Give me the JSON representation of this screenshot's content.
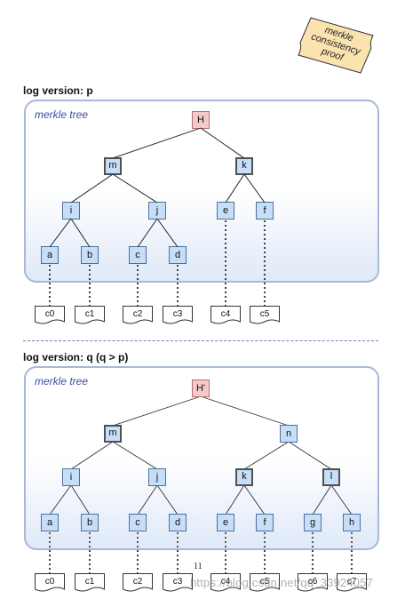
{
  "note": {
    "text": "merkle\nconsistency\nproof"
  },
  "sections": [
    {
      "title": "log version: p",
      "panel_label": "merkle tree",
      "root": "H",
      "level1": [
        "m",
        "k"
      ],
      "level2": [
        "i",
        "j",
        "e",
        "f"
      ],
      "level3": [
        "a",
        "b",
        "c",
        "d"
      ],
      "leaves": [
        "c0",
        "c1",
        "c2",
        "c3",
        "c4",
        "c5"
      ]
    },
    {
      "title": "log version: q  (q > p)",
      "panel_label": "merkle tree",
      "root": "H'",
      "level1": [
        "m",
        "n"
      ],
      "level2": [
        "i",
        "j",
        "k",
        "l"
      ],
      "level3": [
        "a",
        "b",
        "c",
        "d",
        "e",
        "f",
        "g",
        "h"
      ],
      "leaves": [
        "c0",
        "c1",
        "c2",
        "c3",
        "c4",
        "c5",
        "c6",
        "c7"
      ]
    }
  ],
  "page_number": "11",
  "watermark": "https://blog.csdn.net/qq_33924057",
  "colors": {
    "node_fill": "#c6def8",
    "root_fill": "#f6c9c9",
    "panel_border": "#a8b8d8",
    "label_color": "#3a4e9a",
    "note_fill": "#fbe3b0"
  }
}
